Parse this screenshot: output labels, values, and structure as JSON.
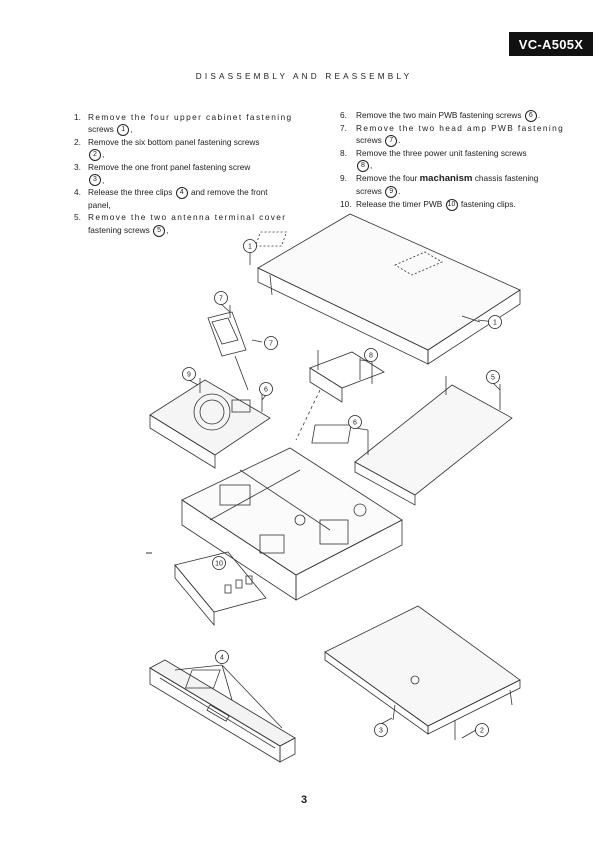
{
  "header": {
    "model": "VC-A505X",
    "title": "DISASSEMBLY AND REASSEMBLY"
  },
  "steps_left": [
    {
      "num": "1.",
      "text_a": "Remove the four upper cabinet fastening",
      "text_b": "screws",
      "ref": "1",
      "tail": ","
    },
    {
      "num": "2.",
      "text_a": "Remove the six bottom panel fastening screws",
      "text_b": "",
      "ref": "2",
      "tail": ","
    },
    {
      "num": "3.",
      "text_a": "Remove the one front panel fastening screw",
      "text_b": "",
      "ref": "3",
      "tail": ","
    },
    {
      "num": "4.",
      "text_a": "Release the three clips",
      "ref": "4",
      "text_b": "and remove the front",
      "text_c": "panel,"
    },
    {
      "num": "5.",
      "text_a": "Remove the two antenna terminal cover",
      "text_b": "fastening screws",
      "ref": "5",
      "tail": ","
    }
  ],
  "steps_right": [
    {
      "num": "6.",
      "text_a": "Remove the two main PWB fastening screws",
      "ref": "6",
      "tail": "."
    },
    {
      "num": "7.",
      "text_a": "Remove the two head amp PWB fastening",
      "text_b": "screws",
      "ref": "7",
      "tail": "."
    },
    {
      "num": "8.",
      "text_a": "Remove the three power unit fastening screws",
      "ref": "8",
      "tail": ","
    },
    {
      "num": "9.",
      "text_a": "Remove the four",
      "bold": "machanism",
      "text_b": "chassis fastening",
      "text_c": "screws",
      "ref": "9",
      "tail": "."
    },
    {
      "num": "10.",
      "text_a": "Release the timer PWB",
      "ref": "10",
      "text_b": "fastening clips."
    }
  ],
  "callouts": [
    "1",
    "1",
    "7",
    "7",
    "8",
    "9",
    "6",
    "5",
    "6",
    "10",
    "4",
    "3",
    "2"
  ],
  "page_number": "3"
}
